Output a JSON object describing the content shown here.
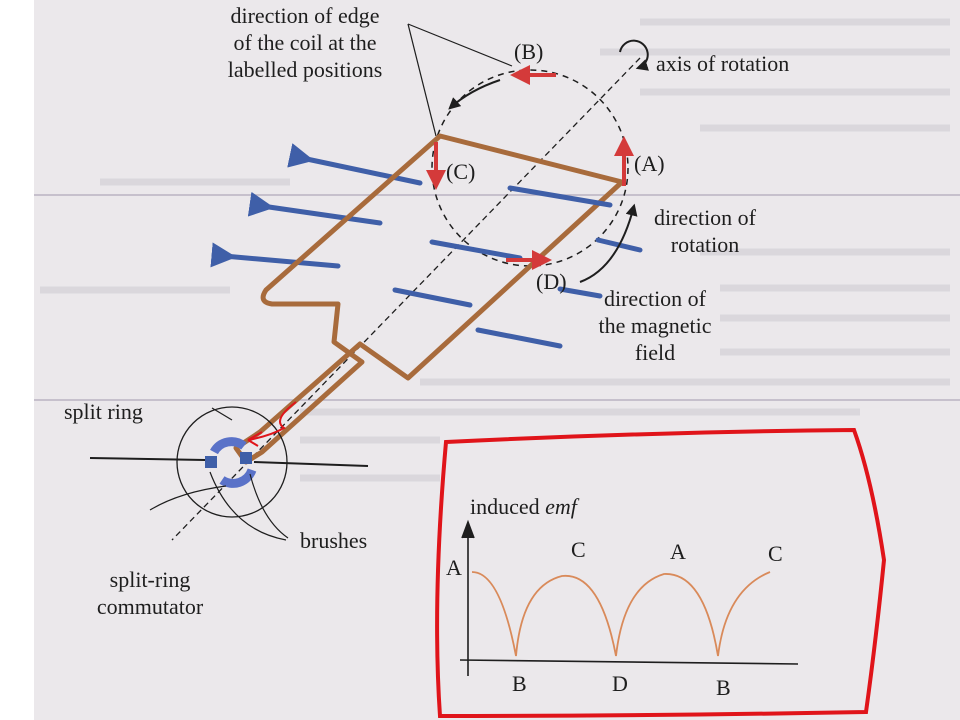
{
  "labels": {
    "edge_direction": [
      "direction of edge",
      "of the coil at the",
      "labelled positions"
    ],
    "axis_of_rotation": "axis of rotation",
    "pos_a": "(A)",
    "pos_b": "(B)",
    "pos_c": "(C)",
    "pos_d": "(D)",
    "direction_of_rotation": [
      "direction of",
      "rotation"
    ],
    "magnetic_field": [
      "direction of",
      "the magnetic",
      "field"
    ],
    "split_ring": "split ring",
    "brushes": "brushes",
    "commutator": [
      "split-ring",
      "commutator"
    ]
  },
  "graph": {
    "title_plain": "induced ",
    "title_italic": "emf",
    "top_labels": [
      "A",
      "C",
      "A",
      "C"
    ],
    "bottom_labels": [
      "B",
      "D",
      "B"
    ]
  },
  "colors": {
    "coil": "#a86b3c",
    "field_lines": "#3f5fa8",
    "edge_arrows": "#c0392b",
    "annotation_red": "#e0141a",
    "emf_curve": "#d98a5a",
    "commutator": "#5a72c8"
  },
  "icons": [
    "circular-rotation-arrow-icon",
    "curved-rotation-arrow-icon"
  ]
}
